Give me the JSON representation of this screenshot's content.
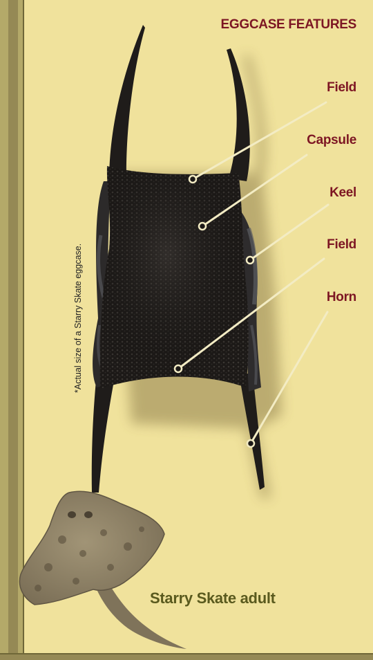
{
  "heading": "EGGCASE FEATURES",
  "labels": [
    "Field",
    "Capsule",
    "Keel",
    "Field",
    "Horn"
  ],
  "side_note": "*Actual size of a Starry Skate eggcase.",
  "caption": "Starry Skate adult",
  "colors": {
    "background": "#f0e29c",
    "label_text": "#7d1623",
    "caption_text": "#5a5a1e",
    "leader_line": "#f3ecc4",
    "eggcase": "#1b1816"
  }
}
